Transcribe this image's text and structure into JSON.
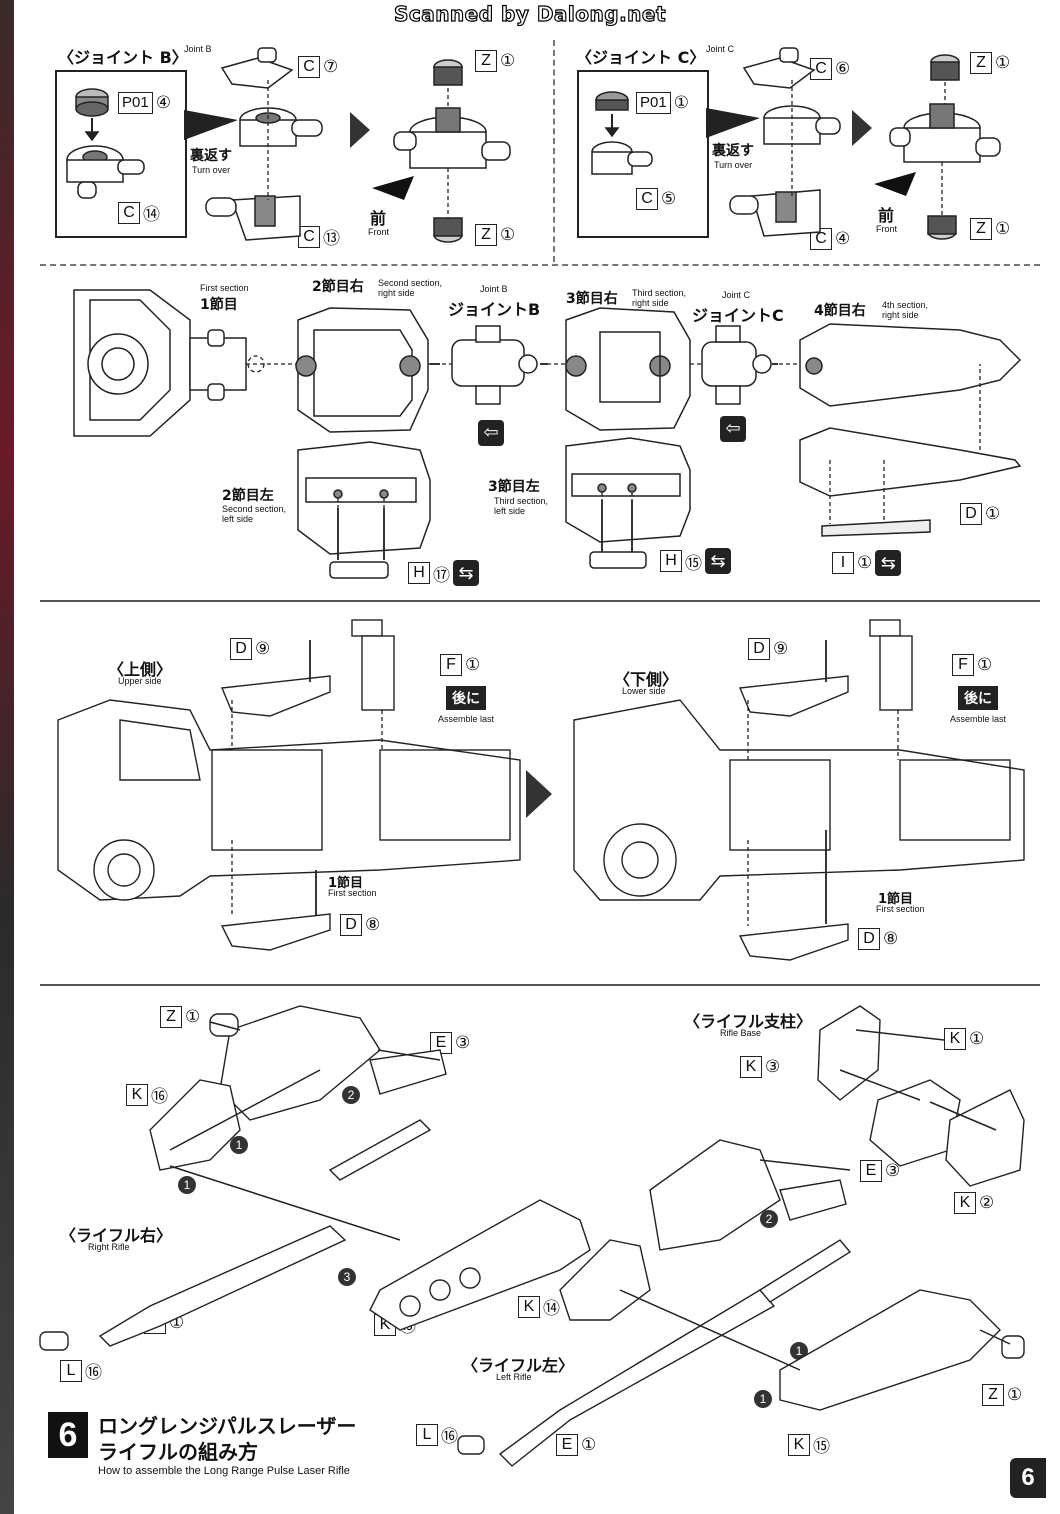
{
  "watermark": "Scanned by Dalong.net",
  "joint_b": {
    "title_jp": "〈ジョイント B〉",
    "title_en": "Joint B",
    "turn_jp": "裏返す",
    "turn_en": "Turn over",
    "front_jp": "前",
    "front_en": "Front",
    "parts": {
      "p01": "P01",
      "p01n": "④",
      "c7": "C",
      "c7n": "⑦",
      "c13": "C",
      "c13n": "⑬",
      "c14": "C",
      "c14n": "⑭",
      "z1a": "Z",
      "z1an": "①",
      "z1b": "Z",
      "z1bn": "①"
    }
  },
  "joint_c": {
    "title_jp": "〈ジョイント C〉",
    "title_en": "Joint C",
    "turn_jp": "裏返す",
    "turn_en": "Turn over",
    "front_jp": "前",
    "front_en": "Front",
    "parts": {
      "p01": "P01",
      "p01n": "①",
      "c6": "C",
      "c6n": "⑥",
      "c5": "C",
      "c5n": "⑤",
      "c4": "C",
      "c4n": "④",
      "z1a": "Z",
      "z1an": "①",
      "z1b": "Z",
      "z1bn": "①"
    }
  },
  "sections": {
    "s1_jp": "1節目",
    "s1_en": "First section",
    "s2r_jp": "2節目右",
    "s2r_en1": "Second section,",
    "s2r_en2": "right side",
    "jb_jp": "ジョイントB",
    "jb_en": "Joint B",
    "s3r_jp": "3節目右",
    "s3r_en1": "Third section,",
    "s3r_en2": "right side",
    "jc_jp": "ジョイントC",
    "jc_en": "Joint C",
    "s4r_jp": "4節目右",
    "s4r_en1": "4th section,",
    "s4r_en2": "right side",
    "s2l_jp": "2節目左",
    "s2l_en1": "Second section,",
    "s2l_en2": "left side",
    "s3l_jp": "3節目左",
    "s3l_en1": "Third section,",
    "s3l_en2": "left side",
    "h17": "H",
    "h17n": "⑰",
    "h15": "H",
    "h15n": "⑮",
    "i1": "I",
    "i1n": "①",
    "d1": "D",
    "d1n": "①"
  },
  "upper": {
    "title_jp": "〈上側〉",
    "title_en": "Upper side",
    "d9": "D",
    "d9n": "⑨",
    "f1": "F",
    "f1n": "①",
    "last_jp": "後に",
    "last_en": "Assemble last",
    "s1_jp": "1節目",
    "s1_en": "First section",
    "d8": "D",
    "d8n": "⑧"
  },
  "lower": {
    "title_jp": "〈下側〉",
    "title_en": "Lower side",
    "d9": "D",
    "d9n": "⑨",
    "f1": "F",
    "f1n": "①",
    "last_jp": "後に",
    "last_en": "Assemble last",
    "s1_jp": "1節目",
    "s1_en": "First section",
    "d8": "D",
    "d8n": "⑧"
  },
  "rifle": {
    "z1": "Z",
    "z1n": "①",
    "e3": "E",
    "e3n": "③",
    "k16": "K",
    "k16n": "⑯",
    "right_jp": "〈ライフル右〉",
    "right_en": "Right Rifle",
    "e1": "E",
    "e1n": "①",
    "l16": "L",
    "l16n": "⑯",
    "k13": "K",
    "k13n": "⑬",
    "base_jp": "〈ライフル支柱〉",
    "base_en": "Rifle Base",
    "k1": "K",
    "k1n": "①",
    "k3": "K",
    "k3n": "③",
    "k2": "K",
    "k2n": "②",
    "e3b": "E",
    "e3bn": "③",
    "k14": "K",
    "k14n": "⑭",
    "left_jp": "〈ライフル左〉",
    "left_en": "Left Rifle",
    "z1b": "Z",
    "z1bn": "①",
    "l16b": "L",
    "l16bn": "⑯",
    "e1b": "E",
    "e1bn": "①",
    "k15": "K",
    "k15n": "⑮",
    "n1": "1",
    "n2": "2",
    "n3": "3"
  },
  "step": {
    "number": "6",
    "title_jp_line1": "ロングレンジパルスレーザー",
    "title_jp_line2": "ライフルの組み方",
    "title_en": "How to assemble the Long Range Pulse Laser Rifle"
  },
  "page_number": "6"
}
